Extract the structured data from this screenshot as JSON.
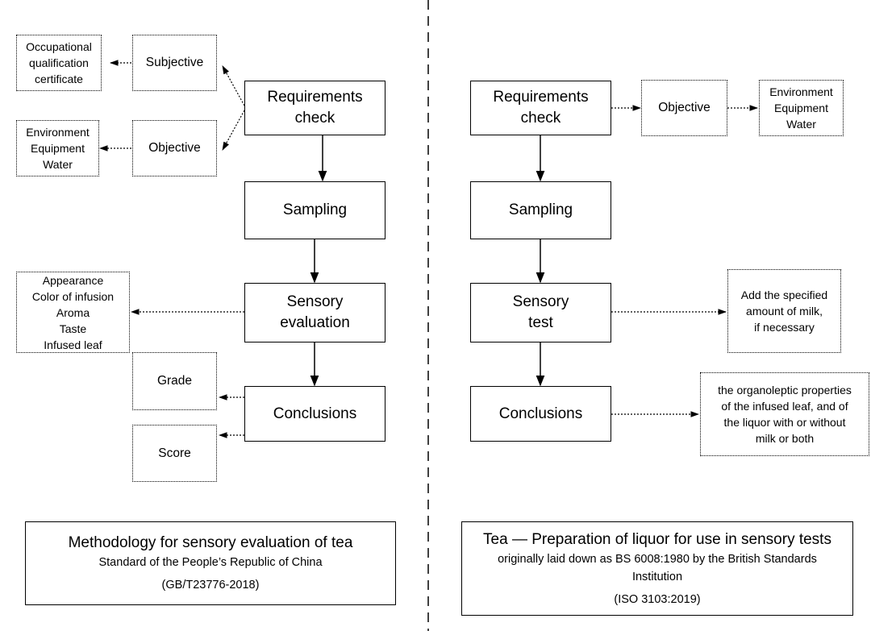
{
  "left": {
    "requirements_check": [
      "Requirements",
      "check"
    ],
    "subjective": "Subjective",
    "objective": "Objective",
    "occupational": [
      "Occupational",
      "qualification",
      "certificate"
    ],
    "environment": [
      "Environment",
      "Equipment",
      "Water"
    ],
    "sampling": "Sampling",
    "sensory_evaluation": [
      "Sensory",
      "evaluation"
    ],
    "attributes": [
      "Appearance",
      "Color of infusion",
      "Aroma",
      "Taste",
      "Infused leaf"
    ],
    "conclusions": "Conclusions",
    "grade": "Grade",
    "score": "Score",
    "caption": {
      "title": "Methodology for sensory evaluation of tea",
      "subtitle": "Standard of the People’s Republic of China",
      "code": "(GB/T23776-2018)"
    }
  },
  "right": {
    "requirements_check": [
      "Requirements",
      "check"
    ],
    "objective": "Objective",
    "environment": [
      "Environment",
      "Equipment",
      "Water"
    ],
    "sampling": "Sampling",
    "sensory_test": [
      "Sensory",
      "test"
    ],
    "milk_note": [
      "Add the specified",
      "amount of milk,",
      "if necessary"
    ],
    "conclusions": "Conclusions",
    "properties_note": [
      "the organoleptic properties",
      "of the infused leaf, and of",
      "the liquor with or without",
      "milk or both"
    ],
    "caption": {
      "title": "Tea — Preparation of liquor for use in sensory tests",
      "subtitle_lines": [
        "originally laid down as BS 6008:1980 by the British Standards",
        "Institution"
      ],
      "code": "(ISO 3103:2019)"
    }
  }
}
